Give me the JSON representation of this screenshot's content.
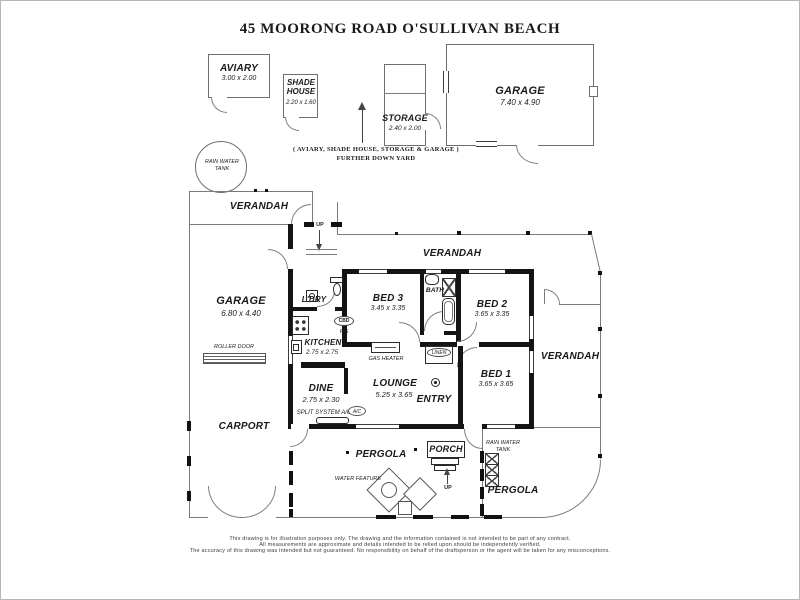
{
  "title": "45 MOORONG ROAD O'SULLIVAN BEACH",
  "outbuildings": {
    "aviary": {
      "name": "AVIARY",
      "dims": "3.00 x 2.00"
    },
    "shade_house": {
      "name": "SHADE HOUSE",
      "dims": "2.20 x 1.60"
    },
    "storage": {
      "name": "STORAGE",
      "dims": "2.40 x 2.00"
    },
    "garage": {
      "name": "GARAGE",
      "dims": "7.40 x 4.90"
    },
    "note_line1": "( AVIARY, SHADE HOUSE, STORAGE & GARAGE )",
    "note_line2": "FURTHER DOWN YARD"
  },
  "labels": {
    "rain_water_tank_top": "RAIN WATER TANK",
    "rain_water_tank_bottom": "RAIN WATER TANK",
    "verandah_top_left": "VERANDAH",
    "verandah_top": "VERANDAH",
    "verandah_right": "VERANDAH",
    "roller_door": "ROLLER DOOR",
    "gas_heater": "GAS HEATER",
    "linen": "LINEN",
    "cbd": "CBD",
    "fs": "F/S",
    "split_system_ac": "SPLIT SYSTEM A/C",
    "ac": "A/C",
    "water_feature": "WATER FEATURE",
    "up_rear": "UP",
    "up_porch": "UP"
  },
  "rooms": {
    "garage": {
      "name": "GARAGE",
      "dims": "6.80 x 4.40"
    },
    "carport": {
      "name": "CARPORT"
    },
    "laundry": {
      "name": "L'DRY"
    },
    "kitchen": {
      "name": "KITCHEN",
      "dims": "2.75 x 2.75"
    },
    "dine": {
      "name": "DINE",
      "dims": "2.75 x 2.30"
    },
    "lounge": {
      "name": "LOUNGE",
      "dims": "5.25 x 3.65"
    },
    "bed1": {
      "name": "BED 1",
      "dims": "3.65 x 3.65"
    },
    "bed2": {
      "name": "BED 2",
      "dims": "3.65 x 3.35"
    },
    "bed3": {
      "name": "BED 3",
      "dims": "3.45 x 3.35"
    },
    "bath": {
      "name": "BATH"
    },
    "entry": {
      "name": "ENTRY"
    },
    "porch": {
      "name": "PORCH"
    },
    "pergola_main": {
      "name": "PERGOLA"
    },
    "pergola_right": {
      "name": "PERGOLA"
    }
  },
  "disclaimer": {
    "line1": "This drawing is for illustration purposes only. The drawing and the information contained is not intended to be part of any contract.",
    "line2": "All measurements are approximate and details intended to be relied upon should be independently verified.",
    "line3": "The accuracy of this drawing was intended but not guaranteed. No responsibility on behalf of the draftsperson or the agent will be taken for any misconceptions."
  },
  "colors": {
    "wall": "#141414",
    "line": "#7a7a7a",
    "text": "#1a1a1a"
  }
}
